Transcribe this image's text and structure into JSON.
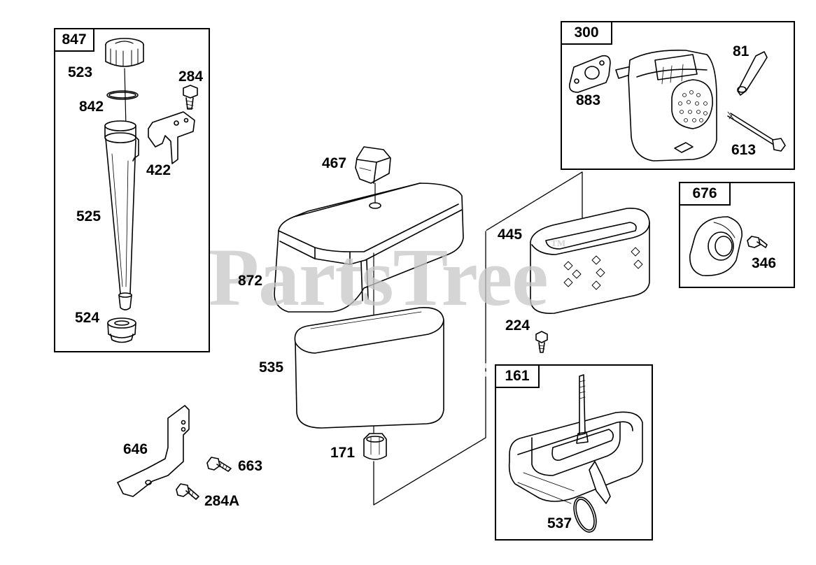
{
  "watermark": {
    "text": "PartsTree",
    "mark": "™"
  },
  "groups": [
    {
      "id": "847"
    },
    {
      "id": "300"
    },
    {
      "id": "676"
    },
    {
      "id": "161"
    }
  ],
  "parts": {
    "p523": "523",
    "p842": "842",
    "p284": "284",
    "p422": "422",
    "p525": "525",
    "p524": "524",
    "p467": "467",
    "p872": "872",
    "p535": "535",
    "p171": "171",
    "p646": "646",
    "p663": "663",
    "p284a": "284A",
    "p883": "883",
    "p81": "81",
    "p613": "613",
    "p346": "346",
    "p445": "445",
    "p224": "224",
    "p537": "537"
  },
  "colors": {
    "line": "#000000",
    "watermark": "#c8c8c8",
    "shade": "#d9d9d9"
  }
}
